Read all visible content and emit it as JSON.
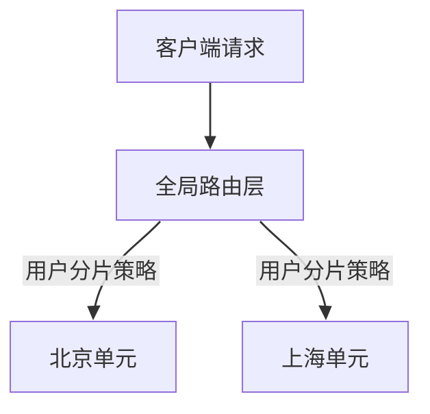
{
  "diagram": {
    "type": "flowchart-top-down",
    "nodes": [
      {
        "id": "client",
        "label": "客户端请求"
      },
      {
        "id": "router",
        "label": "全局路由层"
      },
      {
        "id": "beijing",
        "label": "北京单元"
      },
      {
        "id": "shanghai",
        "label": "上海单元"
      }
    ],
    "edges": [
      {
        "from": "client",
        "to": "router",
        "label": ""
      },
      {
        "from": "router",
        "to": "beijing",
        "label": "用户分片策略"
      },
      {
        "from": "router",
        "to": "shanghai",
        "label": "用户分片策略"
      }
    ],
    "colors": {
      "node_fill": "#ECECFF",
      "node_border": "#9370DB",
      "edge": "#333333",
      "text": "#333333",
      "edge_label_bg": "#e8e8e8",
      "background": "#ffffff"
    }
  }
}
